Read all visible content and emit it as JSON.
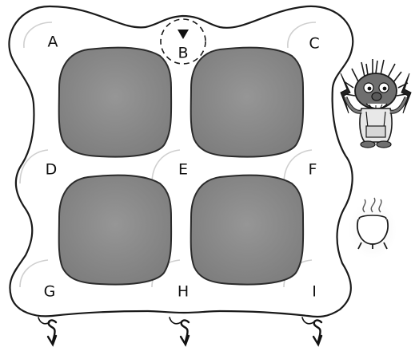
{
  "board": {
    "nodes": [
      {
        "id": "A",
        "label": "A"
      },
      {
        "id": "B",
        "label": "B"
      },
      {
        "id": "C",
        "label": "C"
      },
      {
        "id": "D",
        "label": "D"
      },
      {
        "id": "E",
        "label": "E"
      },
      {
        "id": "F",
        "label": "F"
      },
      {
        "id": "G",
        "label": "G"
      },
      {
        "id": "H",
        "label": "H"
      },
      {
        "id": "I",
        "label": "I"
      }
    ],
    "current_node": "B",
    "exits": [
      "G",
      "H",
      "I"
    ]
  },
  "pieces": {
    "player_marker": "down-triangle-icon",
    "character": "troll-icon",
    "item": "cauldron-icon"
  },
  "colors": {
    "board_fill": "#ffffff",
    "board_outline": "#1a1a1a",
    "pit_fill": "#8a8a8a",
    "pit_outline": "#2b2b2b",
    "marker": "#111111"
  }
}
